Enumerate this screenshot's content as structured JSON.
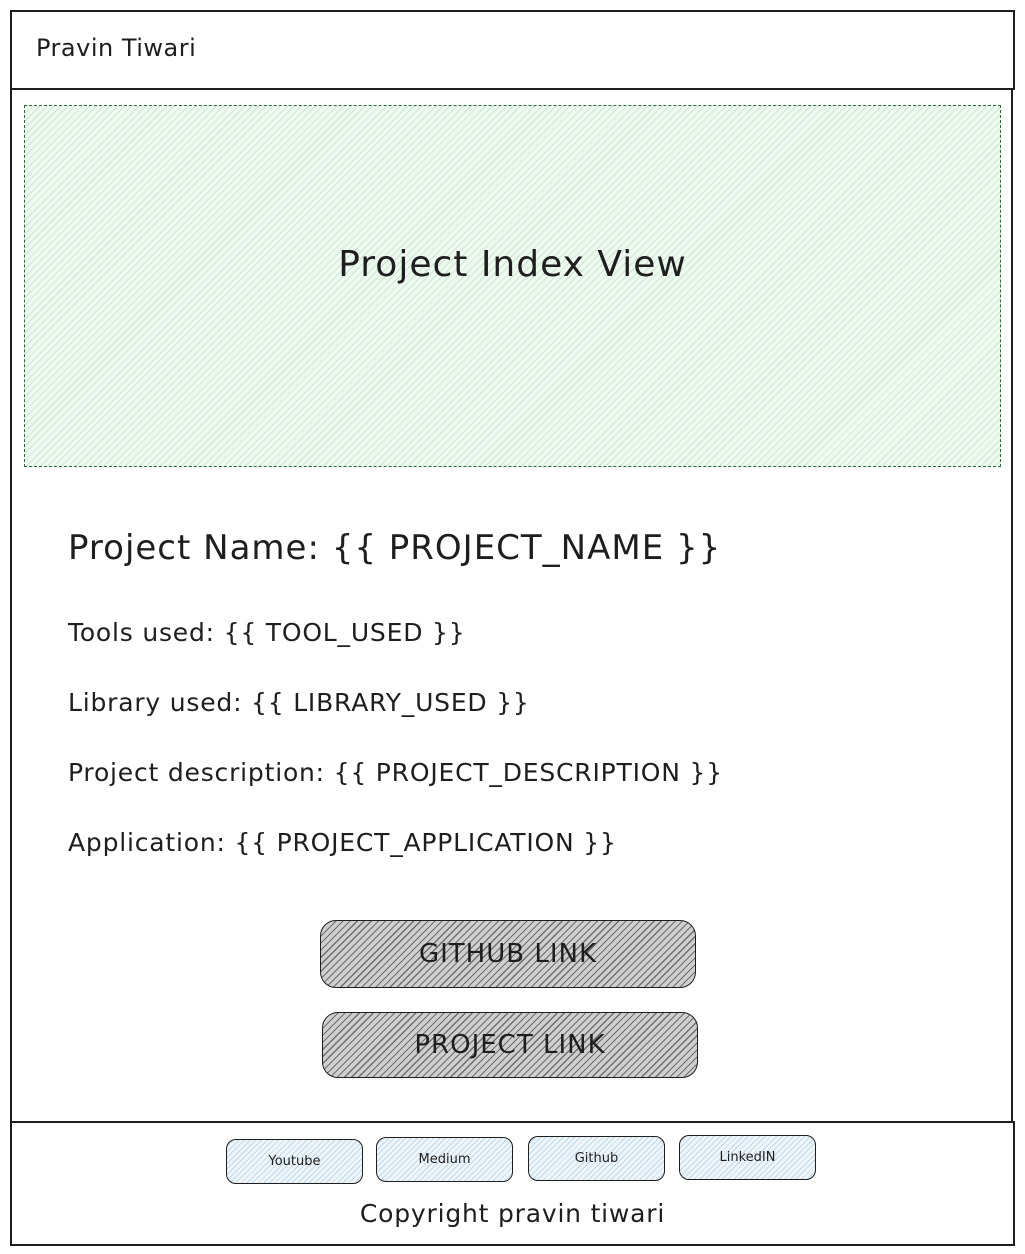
{
  "header": {
    "title": "Pravin Tiwari"
  },
  "hero": {
    "label": "Project Index View"
  },
  "details": {
    "project_name": "Project Name: {{ PROJECT_NAME }}",
    "tools_used": "Tools used: {{ TOOL_USED }}",
    "library_used": "Library used: {{ LIBRARY_USED }}",
    "project_description": "Project description: {{ PROJECT_DESCRIPTION }}",
    "application": "Application: {{ PROJECT_APPLICATION }}"
  },
  "buttons": {
    "github_link": "GITHUB LINK",
    "project_link": "PROJECT LINK"
  },
  "footer": {
    "social": {
      "youtube": "Youtube",
      "medium": "Medium",
      "github": "Github",
      "linkedin": "LinkedIN"
    },
    "copyright": "Copyright pravin tiwari"
  },
  "colors": {
    "hero_fill": "#eef9ef",
    "hero_border": "#2f6b3a",
    "button_fill": "#cfcfcf",
    "social_fill": "#eef6fb",
    "stroke": "#1e1e1e"
  }
}
